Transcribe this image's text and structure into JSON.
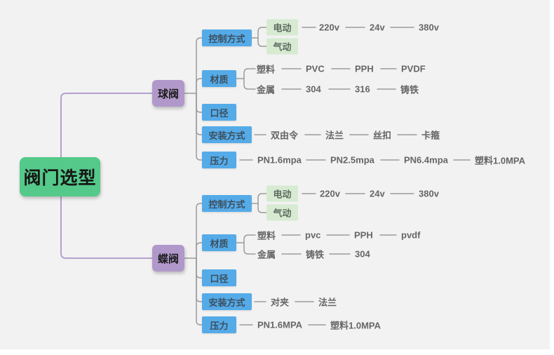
{
  "colors": {
    "background": "#f2f2f2",
    "root_green": "#54c98a",
    "branch_purple": "#b198cb",
    "topic_blue": "#55abe8",
    "leaf_green": "#d6ebd2",
    "line_gray": "#9b9b9b",
    "line_purple": "#b5a0cf"
  },
  "root": {
    "label": "阀门选型"
  },
  "ball": {
    "label": "球阀",
    "control": {
      "label": "控制方式",
      "electric": {
        "label": "电动",
        "chain": [
          "220v",
          "24v",
          "380v"
        ]
      },
      "pneumatic": {
        "label": "气动"
      }
    },
    "material": {
      "label": "材质",
      "plastic": {
        "label": "塑料",
        "chain": [
          "PVC",
          "PPH",
          "PVDF"
        ]
      },
      "metal": {
        "label": "金属",
        "chain": [
          "304",
          "316",
          "铸铁"
        ]
      }
    },
    "diameter": {
      "label": "口径"
    },
    "install": {
      "label": "安装方式",
      "chain": [
        "双由令",
        "法兰",
        "丝扣",
        "卡箍"
      ]
    },
    "pressure": {
      "label": "压力",
      "chain": [
        "PN1.6mpa",
        "PN2.5mpa",
        "PN6.4mpa",
        "塑料1.0MPA"
      ]
    }
  },
  "butterfly": {
    "label": "蝶阀",
    "control": {
      "label": "控制方式",
      "electric": {
        "label": "电动",
        "chain": [
          "220v",
          "24v",
          "380v"
        ]
      },
      "pneumatic": {
        "label": "气动"
      }
    },
    "material": {
      "label": "材质",
      "plastic": {
        "label": "塑料",
        "chain": [
          "pvc",
          "PPH",
          "pvdf"
        ]
      },
      "metal": {
        "label": "金属",
        "chain": [
          "铸铁",
          "304"
        ]
      }
    },
    "diameter": {
      "label": "口径"
    },
    "install": {
      "label": "安装方式",
      "chain": [
        "对夹",
        "法兰"
      ]
    },
    "pressure": {
      "label": "压力",
      "chain": [
        "PN1.6MPA",
        "塑料1.0MPA"
      ]
    }
  }
}
